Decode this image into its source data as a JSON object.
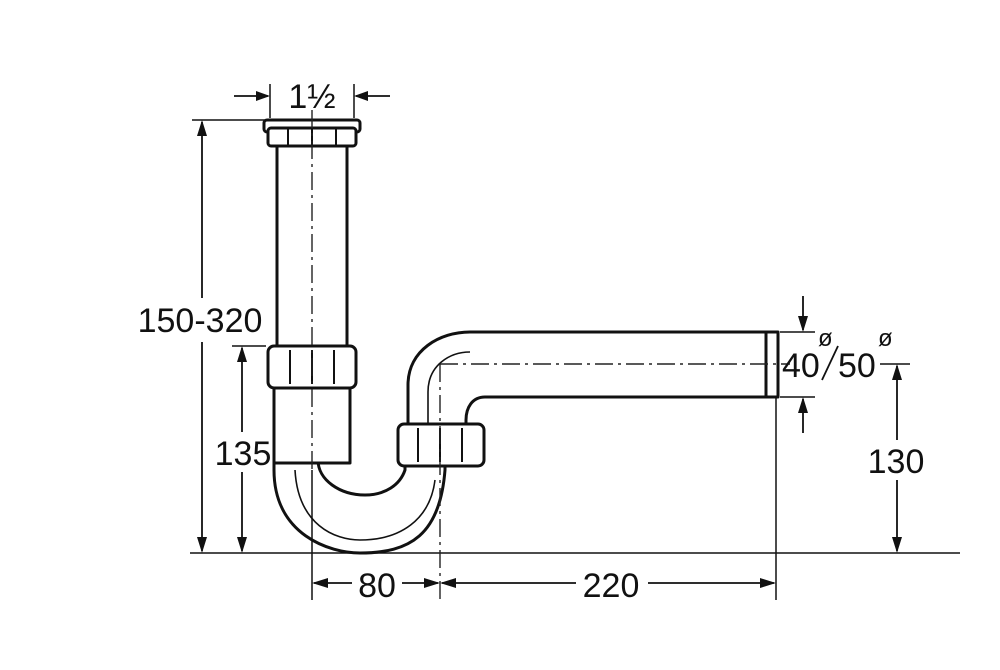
{
  "diagram": {
    "dimensions": {
      "thread_size": "1½",
      "overall_height": "150-320",
      "trap_height": "135",
      "outlet_height": "130",
      "trap_width": "80",
      "outlet_length": "220",
      "outlet_diameter_1": "40",
      "outlet_diameter_2": "50",
      "diameter_symbol": "ø"
    }
  }
}
